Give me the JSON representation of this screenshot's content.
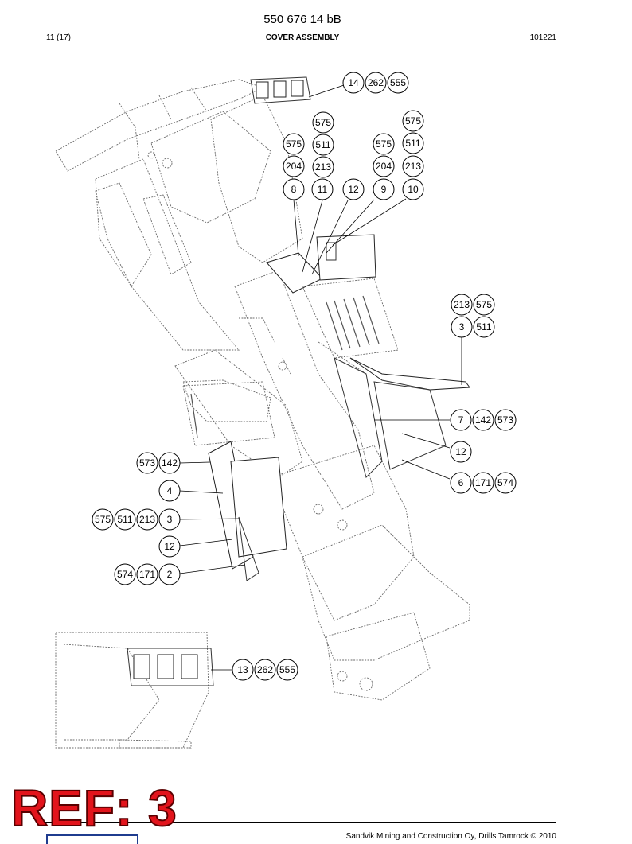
{
  "header": {
    "document_number": "550 676 14 bB",
    "page": "11 (17)",
    "title": "COVER ASSEMBLY",
    "revision": "101221"
  },
  "footer": {
    "stamp": "REF: 3",
    "copyright": "Sandvik Mining and Construction Oy, Drills Tamrock © 2010"
  },
  "callouts": {
    "c14": "14",
    "c262a": "262",
    "c555a": "555",
    "c575a": "575",
    "c575b": "575",
    "c575c": "575",
    "c511a": "511",
    "c575d": "575",
    "c511b": "511",
    "c204a": "204",
    "c213a": "213",
    "c204b": "204",
    "c213b": "213",
    "c8": "8",
    "c11": "11",
    "c12a": "12",
    "c9": "9",
    "c10": "10",
    "c213c": "213",
    "c575e": "575",
    "c3a": "3",
    "c511c": "511",
    "c7": "7",
    "c142a": "142",
    "c573a": "573",
    "c12b": "12",
    "c6": "6",
    "c171a": "171",
    "c574a": "574",
    "c573b": "573",
    "c142b": "142",
    "c4": "4",
    "c575f": "575",
    "c511d": "511",
    "c213d": "213",
    "c3b": "3",
    "c12c": "12",
    "c574b": "574",
    "c171b": "171",
    "c2": "2",
    "c13": "13",
    "c262b": "262",
    "c555b": "555"
  }
}
